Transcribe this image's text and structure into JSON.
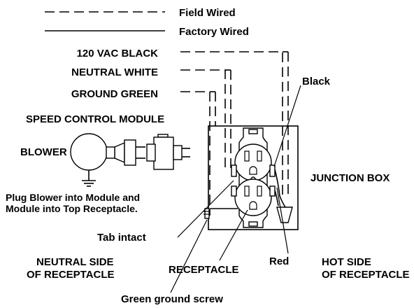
{
  "legend": {
    "field_wired": "Field Wired",
    "factory_wired": "Factory Wired"
  },
  "wires": {
    "hot": "120 VAC BLACK",
    "neutral": "NEUTRAL WHITE",
    "ground": "GROUND GREEN"
  },
  "labels": {
    "black": "Black",
    "speed_control_module": "SPEED CONTROL MODULE",
    "blower": "BLOWER",
    "junction_box": "JUNCTION BOX",
    "instruction_line1": "Plug Blower into Module and",
    "instruction_line2": "Module into Top Receptacle.",
    "tab_intact": "Tab intact",
    "neutral_side_line1": "NEUTRAL SIDE",
    "neutral_side_line2": "OF RECEPTACLE",
    "receptacle": "RECEPTACLE",
    "red": "Red",
    "hot_side_line1": "HOT  SIDE",
    "hot_side_line2": "OF RECEPTACLE",
    "green_ground_screw": "Green ground screw"
  }
}
